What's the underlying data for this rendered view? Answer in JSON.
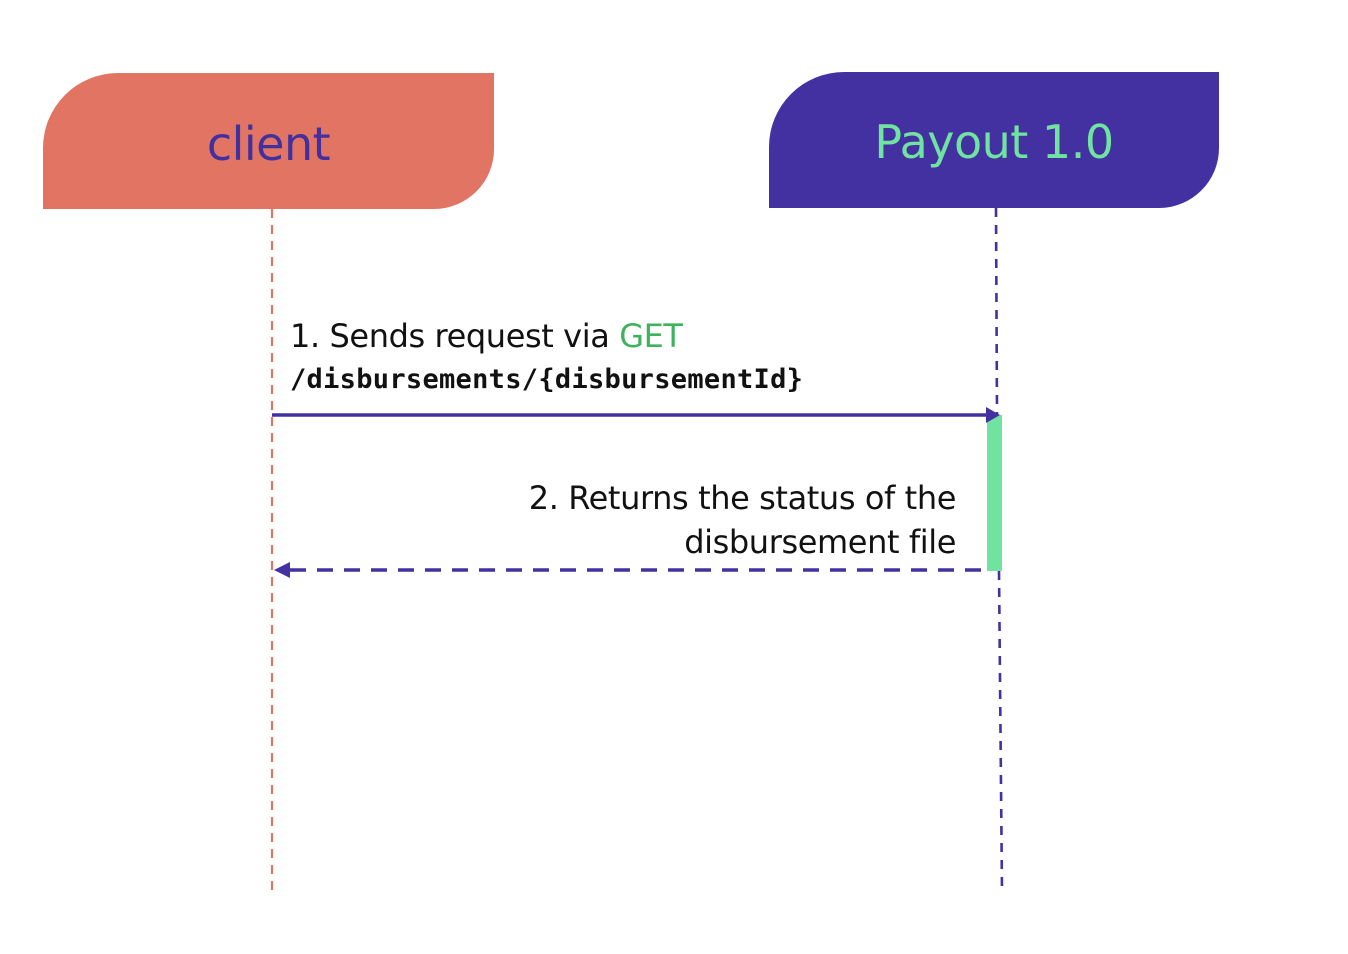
{
  "colors": {
    "client_box": "#e27464",
    "client_text": "#43309f",
    "server_box": "#4431a1",
    "server_text": "#70e3a0",
    "client_lifeline": "#e27464",
    "server_lifeline": "#4431a1",
    "arrow": "#4431a1",
    "activation": "#70e3a0",
    "method_highlight": "#3fb25d",
    "message_text": "#111111"
  },
  "participants": {
    "client": {
      "label": "client"
    },
    "server": {
      "label": "Payout 1.0"
    }
  },
  "messages": {
    "request": {
      "step": "1.",
      "text": "Sends request via",
      "method": "GET",
      "path": "/disbursements/{disbursementId}"
    },
    "response": {
      "line1": "2. Returns the status of the",
      "line2": "disbursement file"
    }
  }
}
